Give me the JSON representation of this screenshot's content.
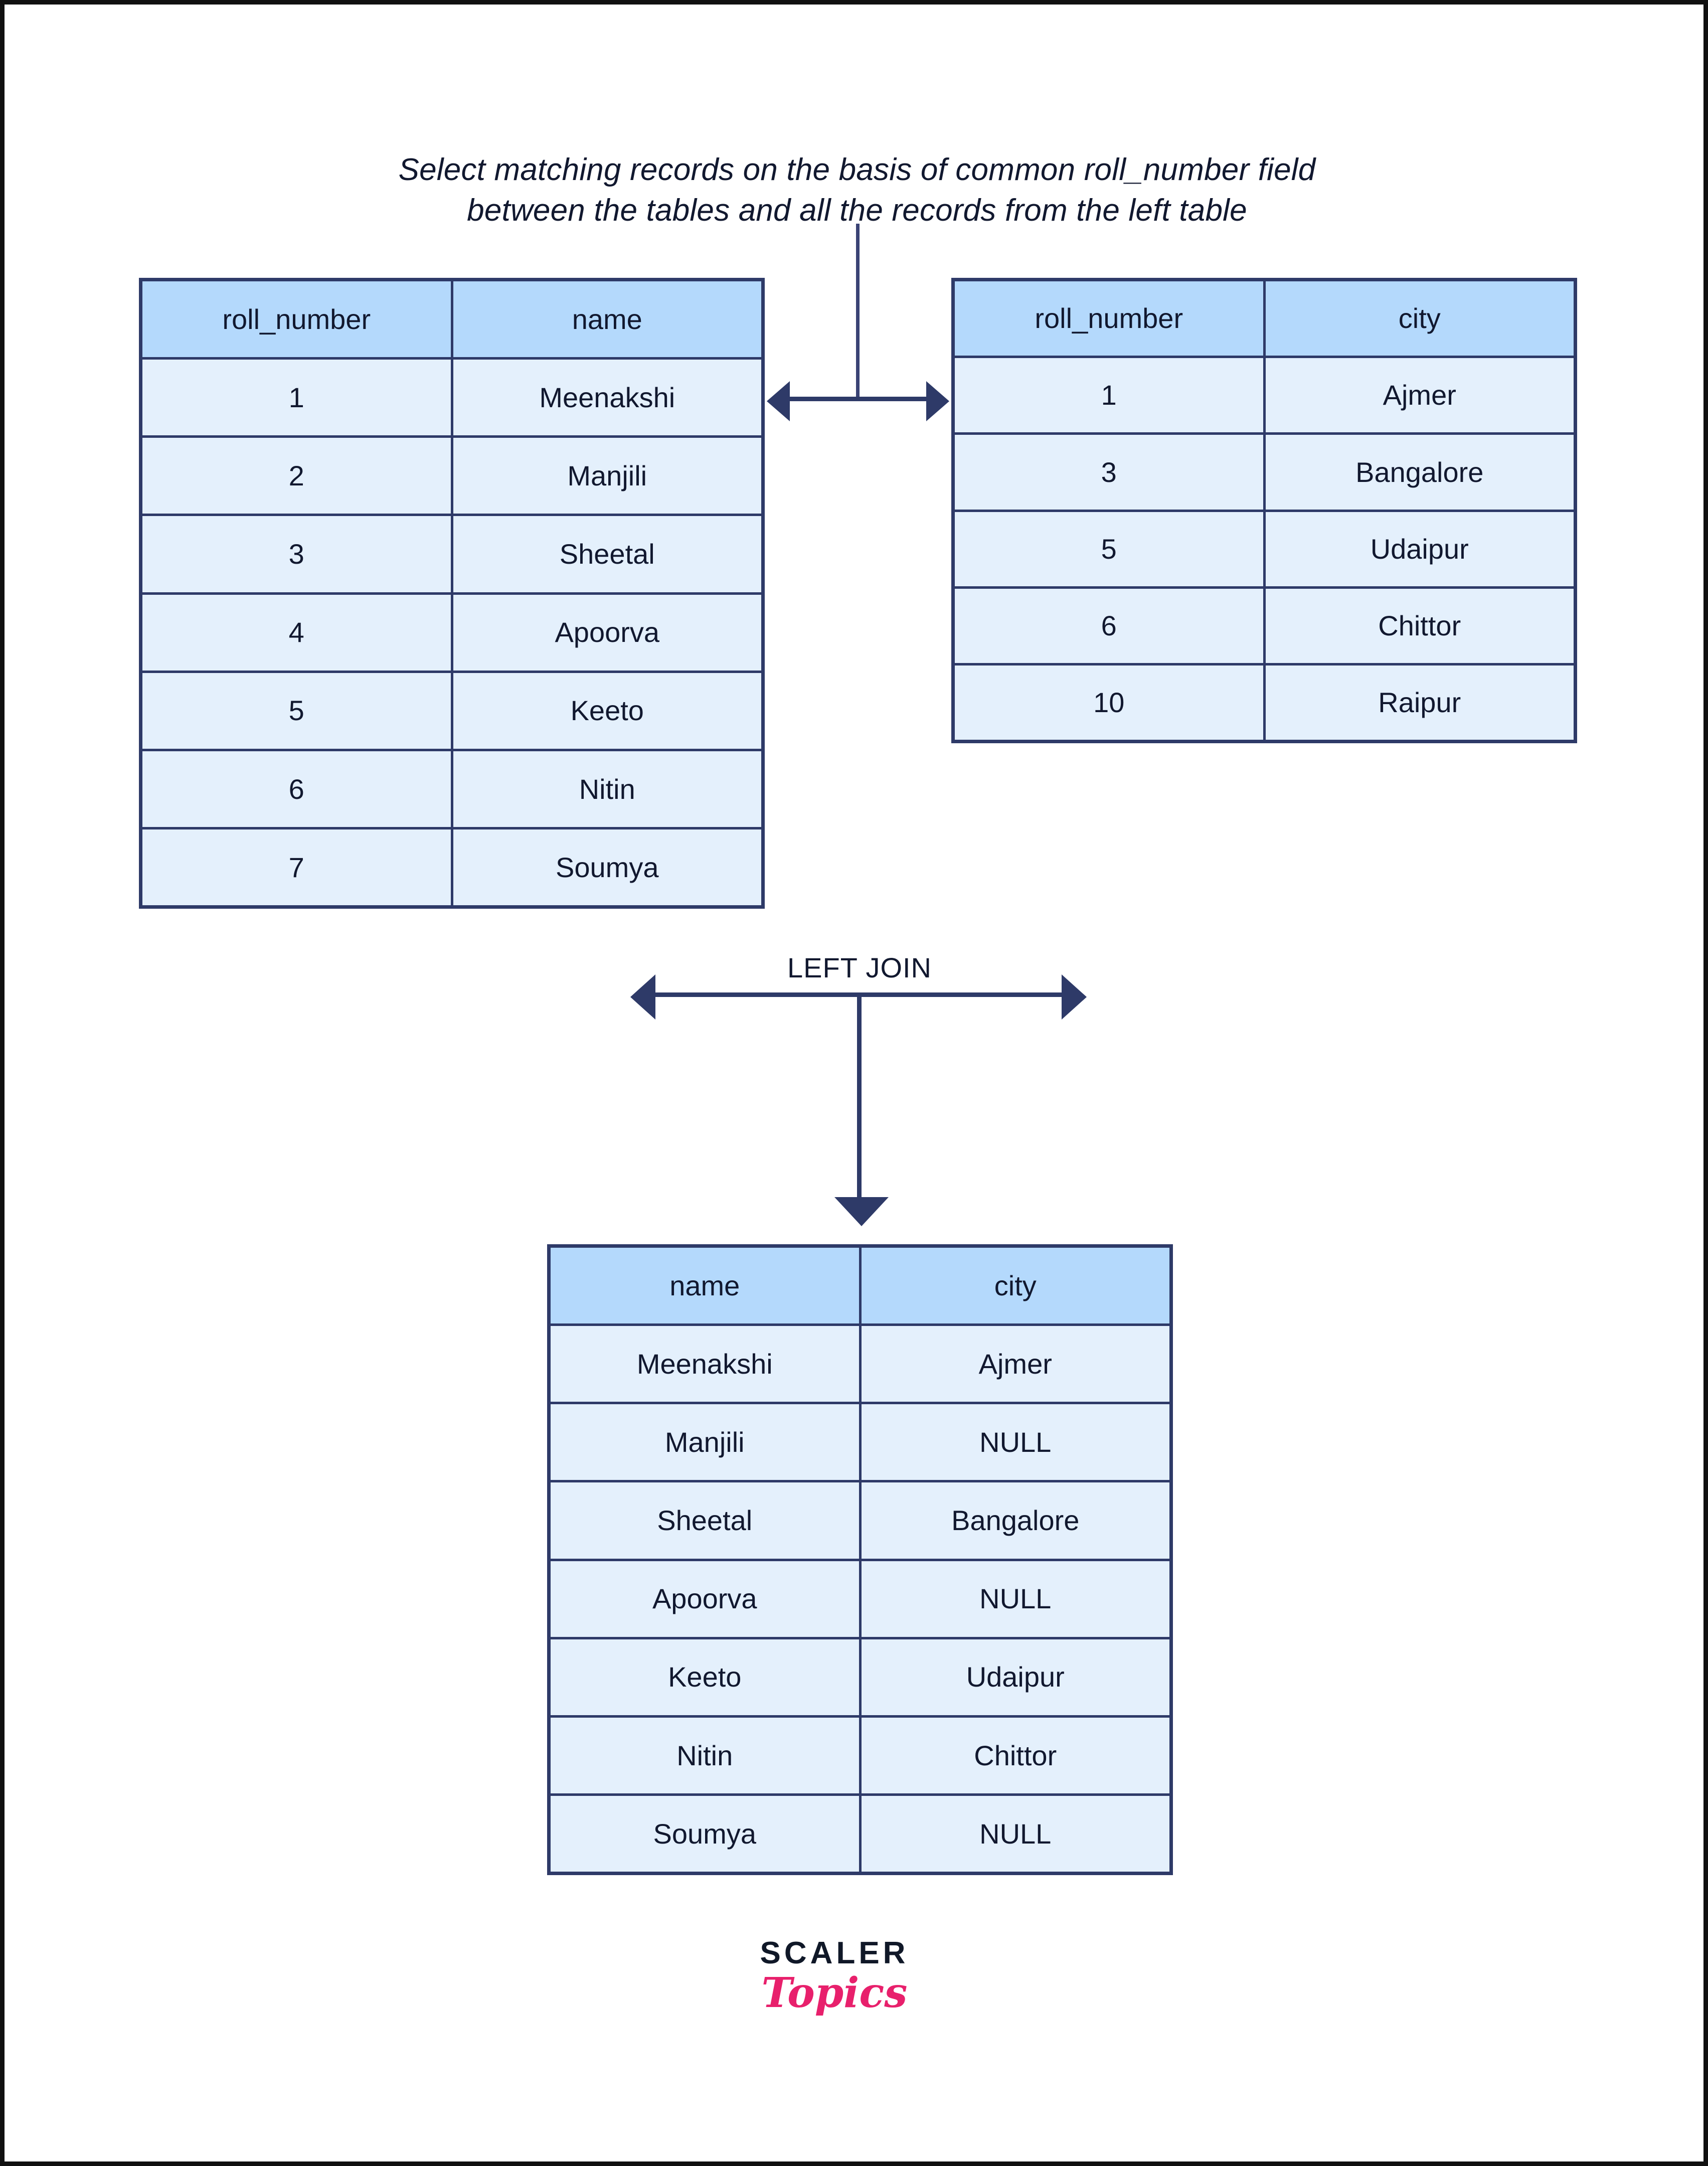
{
  "caption": {
    "line1": "Select matching records on the basis of common roll_number field",
    "line2": "between the tables and all the records from the left table"
  },
  "join": {
    "label": "LEFT JOIN"
  },
  "colors": {
    "header_fill": "#b4d9fc",
    "body_fill": "#e4f0fc",
    "border": "#2e3a68",
    "text": "#11182f",
    "arrow": "#2e3a68",
    "logo_pink": "#e8206c",
    "logo_dark": "#101828",
    "page_border": "#111111"
  },
  "left_table": {
    "headers": [
      "roll_number",
      "name"
    ],
    "rows": [
      [
        "1",
        "Meenakshi"
      ],
      [
        "2",
        "Manjili"
      ],
      [
        "3",
        "Sheetal"
      ],
      [
        "4",
        "Apoorva"
      ],
      [
        "5",
        "Keeto"
      ],
      [
        "6",
        "Nitin"
      ],
      [
        "7",
        "Soumya"
      ]
    ]
  },
  "right_table": {
    "headers": [
      "roll_number",
      "city"
    ],
    "rows": [
      [
        "1",
        "Ajmer"
      ],
      [
        "3",
        "Bangalore"
      ],
      [
        "5",
        "Udaipur"
      ],
      [
        "6",
        "Chittor"
      ],
      [
        "10",
        "Raipur"
      ]
    ]
  },
  "result_table": {
    "headers": [
      "name",
      "city"
    ],
    "rows": [
      [
        "Meenakshi",
        "Ajmer"
      ],
      [
        "Manjili",
        "NULL"
      ],
      [
        "Sheetal",
        "Bangalore"
      ],
      [
        "Apoorva",
        "NULL"
      ],
      [
        "Keeto",
        "Udaipur"
      ],
      [
        "Nitin",
        "Chittor"
      ],
      [
        "Soumya",
        "NULL"
      ]
    ]
  },
  "logo": {
    "primary": "SCALER",
    "secondary": "Topics"
  }
}
